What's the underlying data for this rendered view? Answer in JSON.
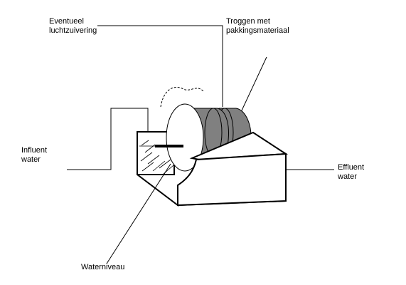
{
  "labels": {
    "air": {
      "line1": "Eventueel",
      "line2": "luchtzuivering"
    },
    "troughs": {
      "line1": "Troggen met",
      "line2": "pakkingsmateriaal"
    },
    "influent": {
      "line1": "Influent",
      "line2": "water"
    },
    "effluent": {
      "line1": "Effluent",
      "line2": "water"
    },
    "water_level": "Waterniveau"
  },
  "colors": {
    "line": "#000000",
    "drum_fill": "#808080",
    "disk_face": "#ffffff",
    "water_hatch": "#000000",
    "background": "#ffffff"
  }
}
